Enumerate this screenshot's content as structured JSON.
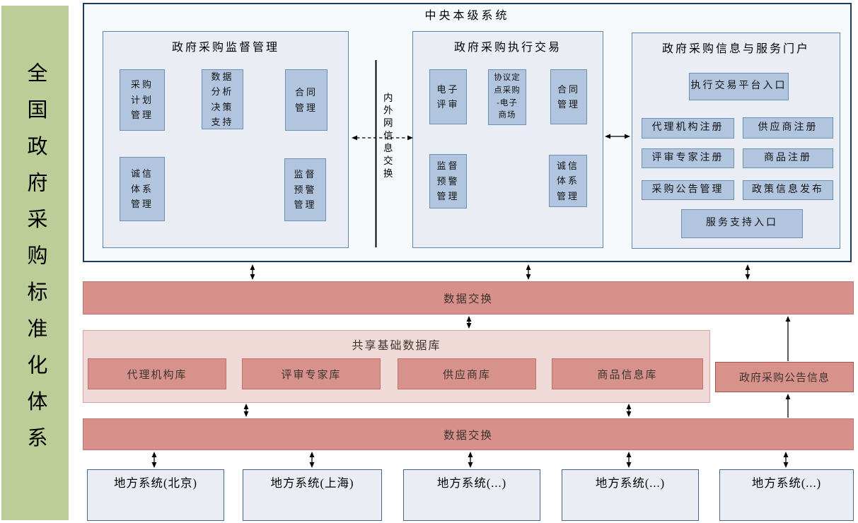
{
  "page": {
    "title_vertical": "全国政府采购标准化体系"
  },
  "central_system": {
    "title": "中央本级系统",
    "network_divider_label": "内外网信息交换",
    "supervision": {
      "title": "政府采购监督管理",
      "items": [
        "采购\n计划\n管理",
        "数据\n分析\n决策\n支持",
        "合同\n管理",
        "诚信\n体系\n管理",
        "监督\n预警\n管理"
      ]
    },
    "execution": {
      "title": "政府采购执行交易",
      "items": [
        "电子\n评审",
        "协议定\n点采购\n-电子\n商场",
        "合同\n管理",
        "监督\n预警\n管理",
        "诚信\n体系\n管理"
      ]
    },
    "portal": {
      "title": "政府采购信息与服务门户",
      "items": [
        "执行交易平台入口",
        "代理机构注册",
        "供应商注册",
        "评审专家注册",
        "商品注册",
        "采购公告管理",
        "政策信息发布",
        "服务支持入口"
      ]
    }
  },
  "data_exchange_top": "数据交换",
  "shared_database": {
    "title": "共享基础数据库",
    "items": [
      "代理机构库",
      "评审专家库",
      "供应商库",
      "商品信息库"
    ]
  },
  "announcement_box": "政府采购公告信息",
  "data_exchange_bottom": "数据交换",
  "local_systems": [
    "地方系统(北京)",
    "地方系统(上海)",
    "地方系统(...)",
    "地方系统(...)",
    "地方系统(...)"
  ],
  "colors": {
    "sidebar_green": "#BCCD97",
    "panel_fill": "#EAEEF4",
    "module_blue": "#B2C5DF",
    "exchange_salmon": "#D8918A",
    "database_pink": "#F0DAD7",
    "outer_border_navy": "#1E3A5F"
  }
}
